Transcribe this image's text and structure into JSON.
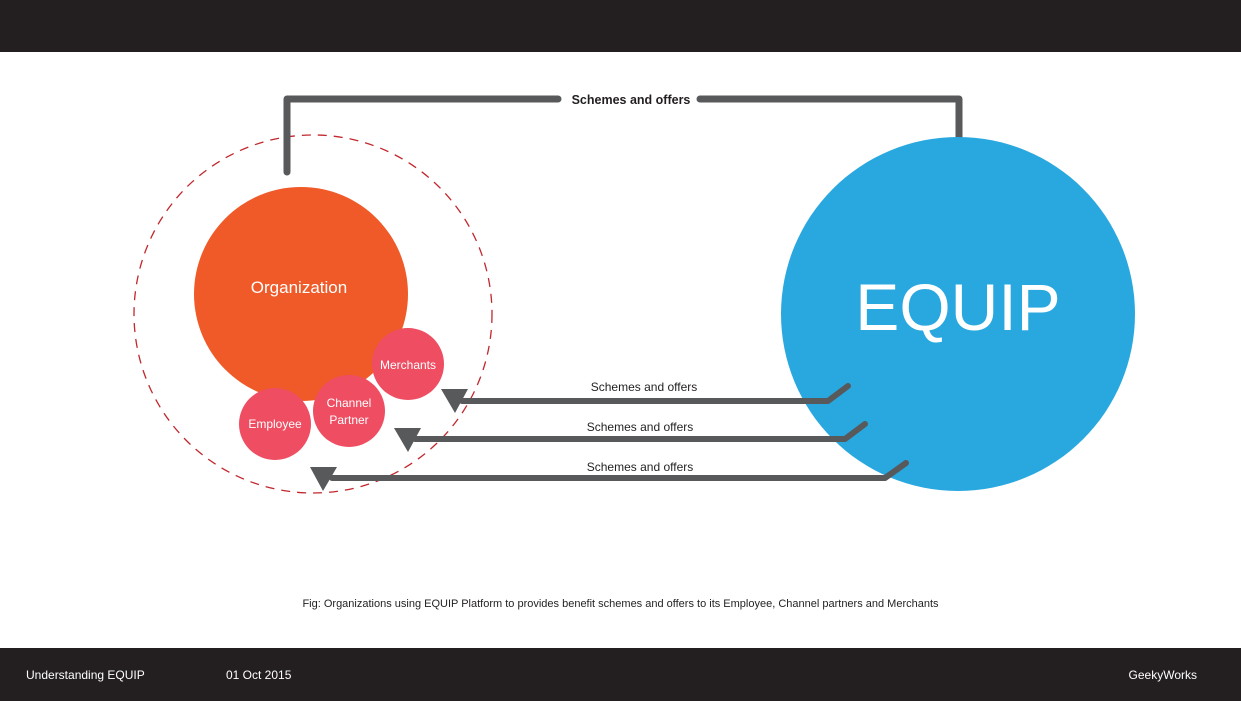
{
  "diagram": {
    "top_arrow_label": "Schemes and offers",
    "organization_label": "Organization",
    "equip_label": "EQUIP",
    "merchants_label": "Merchants",
    "channel_partner_line1": "Channel",
    "channel_partner_line2": "Partner",
    "employee_label": "Employee",
    "return_arrows": [
      {
        "label": "Schemes and offers"
      },
      {
        "label": "Schemes and offers"
      },
      {
        "label": "Schemes and offers"
      }
    ],
    "colors": {
      "organization": "#f05a28",
      "equip": "#29a8e0",
      "member": "#ee4d62",
      "arrow": "#58595b",
      "dashed_ring": "#c1272d"
    }
  },
  "caption": "Fig: Organizations using EQUIP Platform to provides benefit schemes and offers to its Employee, Channel partners and Merchants",
  "footer": {
    "left": "Understanding EQUIP",
    "date": "01 Oct 2015",
    "right": "GeekyWorks"
  }
}
